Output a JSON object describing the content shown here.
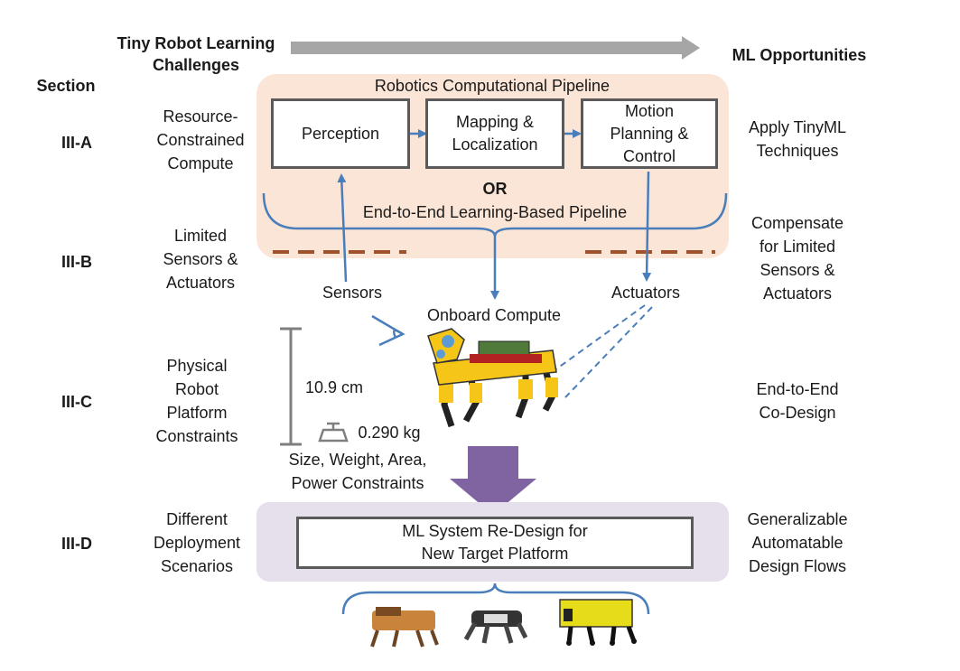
{
  "header": {
    "left": "Tiny Robot Learning Challenges",
    "left_line1": "Tiny Robot Learning",
    "left_line2": "Challenges",
    "right": "ML Opportunities",
    "section": "Section"
  },
  "sections": [
    {
      "id": "III-A",
      "challenge": [
        "Resource-",
        "Constrained",
        "Compute"
      ],
      "opportunity": [
        "Apply TinyML",
        "Techniques"
      ]
    },
    {
      "id": "III-B",
      "challenge": [
        "Limited",
        "Sensors &",
        "Actuators"
      ],
      "opportunity": [
        "Compensate",
        "for Limited",
        "Sensors &",
        "Actuators"
      ]
    },
    {
      "id": "III-C",
      "challenge": [
        "Physical",
        "Robot",
        "Platform",
        "Constraints"
      ],
      "opportunity": [
        "End-to-End",
        "Co-Design"
      ]
    },
    {
      "id": "III-D",
      "challenge": [
        "Different",
        "Deployment",
        "Scenarios"
      ],
      "opportunity": [
        "Generalizable",
        "Automatable",
        "Design Flows"
      ]
    }
  ],
  "pipeline": {
    "title": "Robotics Computational Pipeline",
    "perception": "Perception",
    "mapping": [
      "Mapping &",
      "Localization"
    ],
    "motion": [
      "Motion",
      "Planning &",
      "Control"
    ],
    "or": "OR",
    "e2e": "End-to-End Learning-Based Pipeline"
  },
  "labels": {
    "sensors": "Sensors",
    "actuators": "Actuators",
    "onboard": "Onboard Compute",
    "height": "10.9 cm",
    "weight": "0.290 kg",
    "constraints": [
      "Size, Weight, Area,",
      "Power Constraints"
    ]
  },
  "redesign": [
    "ML System Re-Design for",
    "New Target Platform"
  ],
  "colors": {
    "pipeline_fill": "#fbe5d6",
    "redesign_fill": "#e6e0ec",
    "arrow_blue": "#4a7ebb",
    "dash_brown": "#a0522d",
    "big_arrow": "#8064a2",
    "gray_arrow": "#a6a6a6",
    "robot_yellow": "#f5c518"
  }
}
